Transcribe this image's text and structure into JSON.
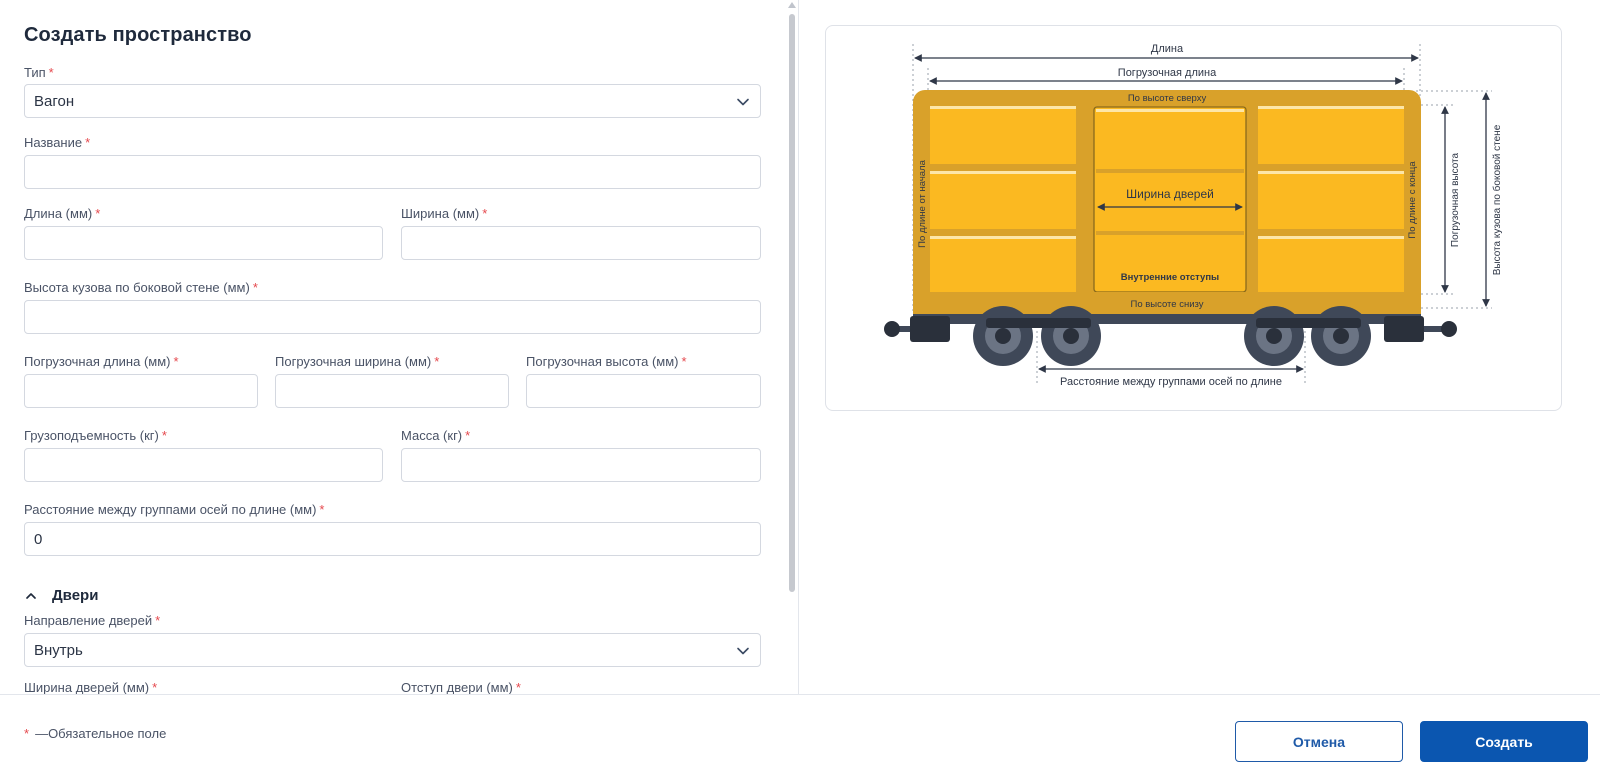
{
  "form": {
    "title": "Создать пространство",
    "type": {
      "label": "Тип",
      "value": "Вагон"
    },
    "name": {
      "label": "Название",
      "value": ""
    },
    "length": {
      "label": "Длина (мм)",
      "value": ""
    },
    "width": {
      "label": "Ширина (мм)",
      "value": ""
    },
    "side_height": {
      "label": "Высота кузова по боковой стене (мм)",
      "value": ""
    },
    "load_length": {
      "label": "Погрузочная длина (мм)",
      "value": ""
    },
    "load_width": {
      "label": "Погрузочная ширина (мм)",
      "value": ""
    },
    "load_height": {
      "label": "Погрузочная высота (мм)",
      "value": ""
    },
    "capacity": {
      "label": "Грузоподъемность (кг)",
      "value": ""
    },
    "mass": {
      "label": "Масса (кг)",
      "value": ""
    },
    "axle_distance": {
      "label": "Расстояние между группами осей по длине (мм)",
      "value": "0"
    },
    "doors_section": "Двери",
    "door_direction": {
      "label": "Направление дверей",
      "value": "Внутрь"
    },
    "door_width": {
      "label": "Ширина дверей (мм)"
    },
    "door_offset": {
      "label": "Отступ двери (мм)"
    },
    "required_star": "*"
  },
  "illustration": {
    "length": "Длина",
    "load_length": "Погрузочная длина",
    "top_height": "По высоте сверху",
    "bottom_height": "По высоте снизу",
    "door_width": "Ширина дверей",
    "inner_offsets": "Внутренние отступы",
    "from_start": "По длине от начала",
    "from_end": "По длине с конца",
    "load_height": "Погрузочная высота",
    "side_height": "Высота кузова по боковой стене",
    "axle_distance": "Расстояние между группами осей по длине"
  },
  "footer": {
    "required_note": "—Обязательное поле",
    "star": "*",
    "cancel_label": "Отмена",
    "create_label": "Создать"
  },
  "colors": {
    "accent": "#0b56b0",
    "required": "#e5484d",
    "wagon_body": "#fbb921",
    "wagon_frame": "#d9a12a",
    "wheels": "#3f4858"
  }
}
